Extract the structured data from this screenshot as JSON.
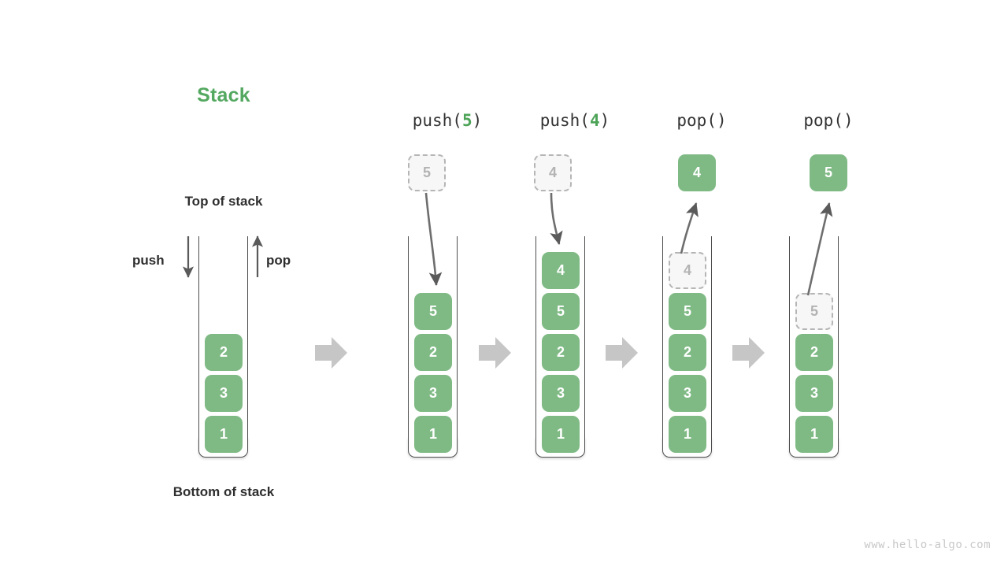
{
  "diagram": {
    "title": "Stack",
    "title_color": "#54a860",
    "accent_green": "#7fba85",
    "ghost_gray": "#b3b3b3",
    "arrow_gray": "#5a5a5a",
    "flow_arrow_gray": "#c6c6c6",
    "labels": {
      "top_of_stack": "Top of stack",
      "bottom_of_stack": "Bottom of stack",
      "push": "push",
      "pop": "pop"
    },
    "watermark": "www.hello-algo.com"
  },
  "operations": [
    {
      "name": "push-5",
      "prefix": "push(",
      "arg": "5",
      "suffix": ")"
    },
    {
      "name": "push-4",
      "prefix": "push(",
      "arg": "4",
      "suffix": ")"
    },
    {
      "name": "pop-1",
      "prefix": "pop()",
      "arg": "",
      "suffix": ""
    },
    {
      "name": "pop-2",
      "prefix": "pop()",
      "arg": "",
      "suffix": ""
    }
  ],
  "stacks": [
    {
      "name": "initial-stack",
      "cells": [
        {
          "value": "2",
          "state": "solid"
        },
        {
          "value": "3",
          "state": "solid"
        },
        {
          "value": "1",
          "state": "solid"
        }
      ],
      "floating": null
    },
    {
      "name": "after-push-5",
      "cells": [
        {
          "value": "5",
          "state": "solid"
        },
        {
          "value": "2",
          "state": "solid"
        },
        {
          "value": "3",
          "state": "solid"
        },
        {
          "value": "1",
          "state": "solid"
        }
      ],
      "floating": {
        "value": "5",
        "state": "ghost"
      }
    },
    {
      "name": "after-push-4",
      "cells": [
        {
          "value": "4",
          "state": "solid"
        },
        {
          "value": "5",
          "state": "solid"
        },
        {
          "value": "2",
          "state": "solid"
        },
        {
          "value": "3",
          "state": "solid"
        },
        {
          "value": "1",
          "state": "solid"
        }
      ],
      "floating": {
        "value": "4",
        "state": "ghost"
      }
    },
    {
      "name": "after-pop-4",
      "cells": [
        {
          "value": "4",
          "state": "ghost"
        },
        {
          "value": "5",
          "state": "solid"
        },
        {
          "value": "2",
          "state": "solid"
        },
        {
          "value": "3",
          "state": "solid"
        },
        {
          "value": "1",
          "state": "solid"
        }
      ],
      "floating": {
        "value": "4",
        "state": "solid"
      }
    },
    {
      "name": "after-pop-5",
      "cells": [
        {
          "value": "5",
          "state": "ghost"
        },
        {
          "value": "2",
          "state": "solid"
        },
        {
          "value": "3",
          "state": "solid"
        },
        {
          "value": "1",
          "state": "solid"
        }
      ],
      "floating": {
        "value": "5",
        "state": "solid"
      }
    }
  ]
}
